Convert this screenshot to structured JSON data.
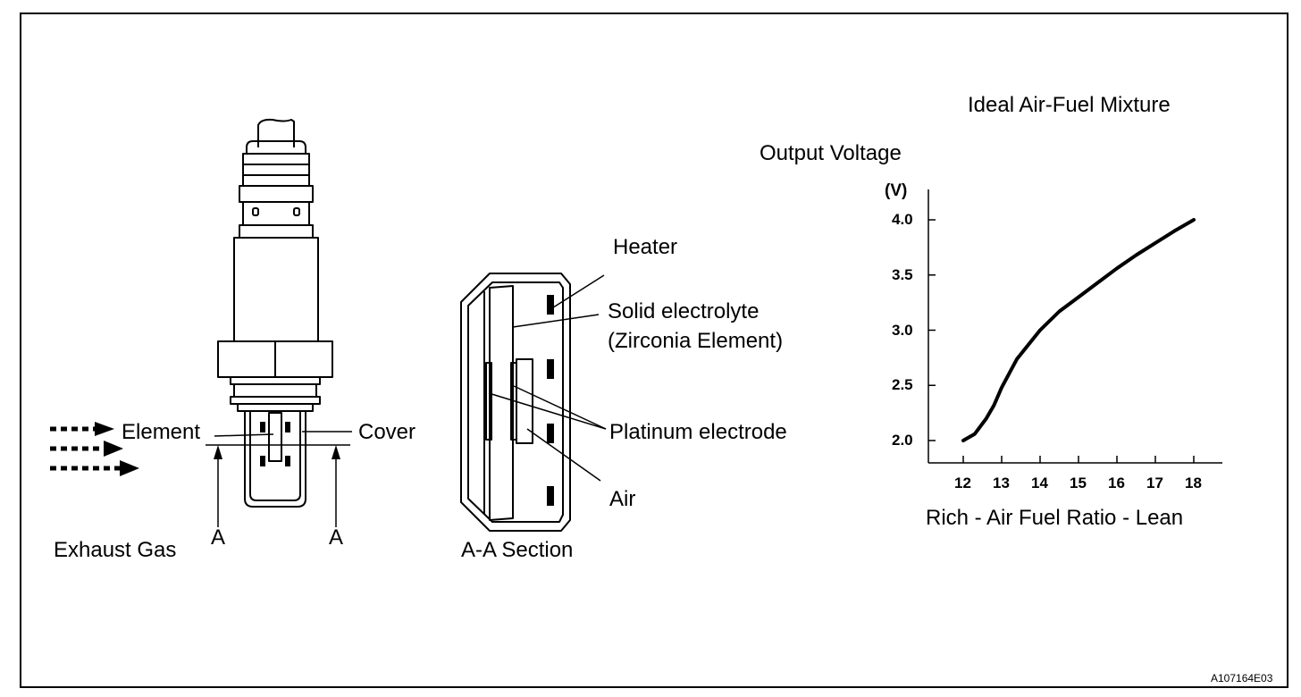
{
  "sensor": {
    "labels": {
      "element": "Element",
      "cover": "Cover",
      "exhaust_gas": "Exhaust Gas",
      "section_mark_left": "A",
      "section_mark_right": "A"
    }
  },
  "section": {
    "labels": {
      "heater": "Heater",
      "solid_electrolyte_line1": "Solid electrolyte",
      "solid_electrolyte_line2": "(Zirconia Element)",
      "platinum_electrode": "Platinum electrode",
      "air": "Air",
      "caption": "A-A Section"
    }
  },
  "chart_data": {
    "type": "line",
    "title": "Ideal Air-Fuel Mixture",
    "ylabel": "Output Voltage",
    "y_unit": "(V)",
    "xlabel": "Rich - Air Fuel Ratio - Lean",
    "x_ticks": [
      "12",
      "13",
      "14",
      "15",
      "16",
      "17",
      "18"
    ],
    "y_ticks": [
      "2.0",
      "2.5",
      "3.0",
      "3.5",
      "4.0"
    ],
    "xlim": [
      12,
      18
    ],
    "ylim": [
      2.0,
      4.0
    ],
    "series": [
      {
        "x": [
          12.0,
          12.3,
          12.6,
          12.8,
          13.0,
          13.4,
          14.0,
          14.5,
          15.0,
          15.5,
          16.0,
          16.5,
          17.0,
          17.5,
          18.0
        ],
        "y": [
          2.0,
          2.06,
          2.2,
          2.32,
          2.48,
          2.74,
          3.0,
          3.17,
          3.3,
          3.43,
          3.56,
          3.68,
          3.79,
          3.9,
          4.0
        ]
      }
    ]
  },
  "figure_code": "A107164E03",
  "colors": {
    "ink": "#000000",
    "background": "#ffffff"
  }
}
